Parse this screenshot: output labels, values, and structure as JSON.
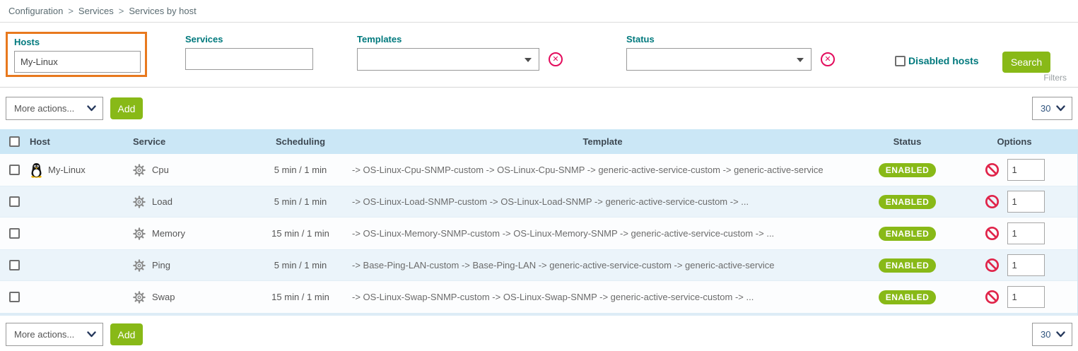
{
  "breadcrumb": {
    "separator": ">",
    "items": [
      "Configuration",
      "Services",
      "Services by host"
    ]
  },
  "filters": {
    "hosts_label": "Hosts",
    "hosts_value": "My-Linux",
    "services_label": "Services",
    "services_value": "",
    "templates_label": "Templates",
    "templates_value": "",
    "status_label": "Status",
    "status_value": "",
    "disabled_hosts_label": "Disabled hosts",
    "search_label": "Search",
    "filters_caption": "Filters"
  },
  "toolbar_top": {
    "more_actions_label": "More actions...",
    "add_label": "Add",
    "page_size": "30"
  },
  "toolbar_bottom": {
    "more_actions_label": "More actions...",
    "add_label": "Add",
    "page_size": "30"
  },
  "table": {
    "headers": {
      "host": "Host",
      "service": "Service",
      "scheduling": "Scheduling",
      "template": "Template",
      "status": "Status",
      "options": "Options"
    },
    "rows": [
      {
        "host": "My-Linux",
        "service": "Cpu",
        "scheduling": "5 min / 1 min",
        "template": "-> OS-Linux-Cpu-SNMP-custom -> OS-Linux-Cpu-SNMP -> generic-active-service-custom -> generic-active-service",
        "status": "ENABLED",
        "options_value": "1"
      },
      {
        "host": "",
        "service": "Load",
        "scheduling": "5 min / 1 min",
        "template": "-> OS-Linux-Load-SNMP-custom -> OS-Linux-Load-SNMP -> generic-active-service-custom -> ...",
        "status": "ENABLED",
        "options_value": "1"
      },
      {
        "host": "",
        "service": "Memory",
        "scheduling": "15 min / 1 min",
        "template": "-> OS-Linux-Memory-SNMP-custom -> OS-Linux-Memory-SNMP -> generic-active-service-custom -> ...",
        "status": "ENABLED",
        "options_value": "1"
      },
      {
        "host": "",
        "service": "Ping",
        "scheduling": "5 min / 1 min",
        "template": "-> Base-Ping-LAN-custom -> Base-Ping-LAN -> generic-active-service-custom -> generic-active-service",
        "status": "ENABLED",
        "options_value": "1"
      },
      {
        "host": "",
        "service": "Swap",
        "scheduling": "15 min / 1 min",
        "template": "-> OS-Linux-Swap-SNMP-custom -> OS-Linux-Swap-SNMP -> generic-active-service-custom -> ...",
        "status": "ENABLED",
        "options_value": "1"
      }
    ]
  },
  "icons": {
    "clear": "✕",
    "linux_host": "tux-penguin-icon",
    "service": "gear-icon",
    "disable": "no-entry-icon"
  },
  "colors": {
    "accent_green": "#88b917",
    "label_teal": "#00797d",
    "highlight_orange": "#e8791e",
    "clear_red": "#e30b5c",
    "no_entry_red": "#e0244a",
    "table_header_blue": "#cbe7f6"
  }
}
